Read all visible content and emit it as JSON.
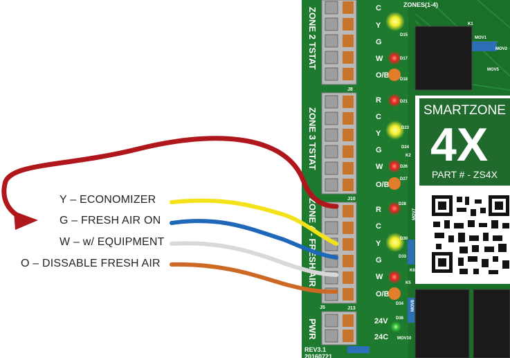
{
  "wire_labels": [
    {
      "text": "Y – ECONOMIZER",
      "color": "#f3e21a"
    },
    {
      "text": "G – FRESH AIR ON",
      "color": "#1f67b8"
    },
    {
      "text": "W – w/ EQUIPMENT",
      "color": "#d8d8d8"
    },
    {
      "text": "O – DISSABLE FRESH AIR",
      "color": "#cc6a25"
    }
  ],
  "red_wire_color": "#b0171c",
  "board": {
    "zones_header": "ZONES(1-4)",
    "zone2_label": "ZONE 2 TSTAT",
    "zone3_label": "ZONE 3 TSTAT",
    "zone4_label": "ZONE 4 - FRESH AIR",
    "pwr_label": "PWR",
    "terminals_z2": [
      "C",
      "Y",
      "G",
      "W",
      "O/B"
    ],
    "terminals_z3": [
      "R",
      "C",
      "Y",
      "G",
      "W",
      "O/B"
    ],
    "terminals_z4": [
      "R",
      "C",
      "Y",
      "G",
      "W",
      "O/B"
    ],
    "pwr_terminals": [
      "24V",
      "24C"
    ],
    "connector_ids": [
      "J8",
      "J10",
      "J5",
      "J13"
    ],
    "led_ids": [
      "D15",
      "D17",
      "D18",
      "D21",
      "D23",
      "D24",
      "D26",
      "D27",
      "D28",
      "D30",
      "D33",
      "D34",
      "D36"
    ],
    "brand": "SMARTZONE",
    "model_big": "4X",
    "part": "PART # - ZS4X",
    "revision": "REV3.1",
    "rev_date": "20160721",
    "component_ids": [
      "K1",
      "MOV1",
      "MOV2",
      "MOV5",
      "MOV7",
      "MOV8",
      "MOV10",
      "K2",
      "K6",
      "K5"
    ],
    "colors": {
      "pcb": "#1e7a2e",
      "pcb_dark": "#175f24",
      "silk": "#ffffff",
      "led_red": "#e5251f",
      "led_yellow": "#f2ef2a",
      "led_green": "#39c23a"
    }
  }
}
